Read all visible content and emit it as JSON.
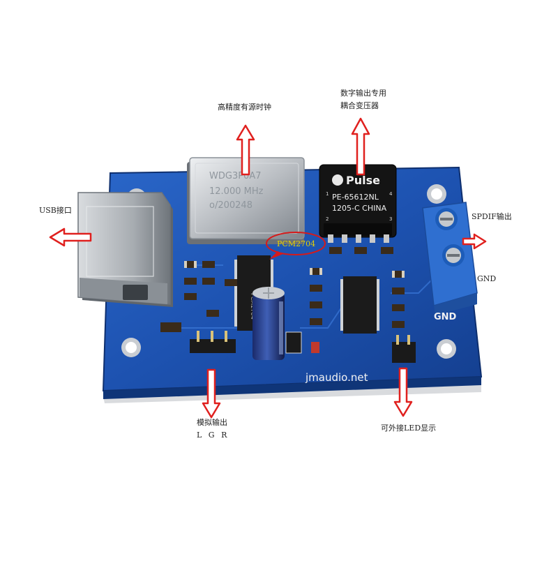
{
  "annotations": {
    "oscillator": "高精度有源时钟",
    "transformer_line1": "数字输出专用",
    "transformer_line2": "耦合变压器",
    "usb": "USB接口",
    "chip": "PCM2704",
    "spdif": "SPDIF输出",
    "gnd": "GND",
    "analog_line1": "模拟输出",
    "analog_line2": "L G R",
    "led": "可外接LED显示"
  },
  "board": {
    "silk_url": "jmaudio.net",
    "silk_gnd": "GND",
    "oscillator_text": [
      "WDG3P0A7",
      "12.000 MHz",
      "o/200248"
    ],
    "transformer_text": [
      "Pulse",
      "PE-65612NL",
      "1205-C CHINA"
    ],
    "transformer_pins": [
      "1",
      "4",
      "3",
      "2"
    ]
  },
  "colors": {
    "pcb": "#1d52b0",
    "arrow": "#e0201e",
    "chip_highlight": "#d61a1a",
    "terminal": "#2f6fd0"
  }
}
